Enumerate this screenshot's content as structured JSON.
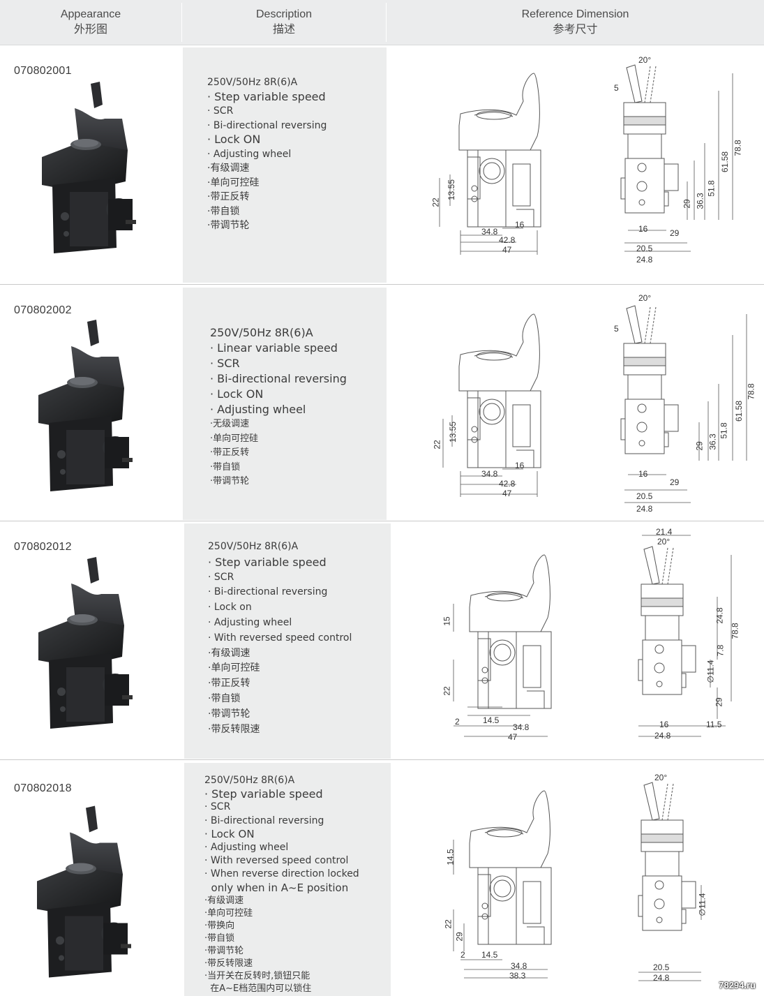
{
  "header": {
    "appearance_en": "Appearance",
    "appearance_cn": "外形图",
    "description_en": "Description",
    "description_cn": "描述",
    "dimension_en": "Reference Dimension",
    "dimension_cn": "参考尺寸"
  },
  "products": [
    {
      "code": "070802001",
      "lines": [
        "250V/50Hz  8R(6)A",
        "· Step variable speed",
        "· SCR",
        "· Bi-directional reversing",
        "· Lock ON",
        "· Adjusting wheel",
        "·有级调速",
        "·单向可控硅",
        "·带正反转",
        "·带自锁",
        "·带调节轮"
      ],
      "dims": [
        "20°",
        "5",
        "78.8",
        "61.58",
        "51.8",
        "36.3",
        "29",
        "16",
        "29",
        "20.5",
        "24.8",
        "22",
        "13.55",
        "34.8",
        "16",
        "42.8",
        "47"
      ]
    },
    {
      "code": "070802002",
      "lines": [
        "250V/50Hz  8R(6)A",
        "· Linear variable speed",
        "· SCR",
        "· Bi-directional reversing",
        "· Lock ON",
        "· Adjusting wheel",
        "·无级调速",
        "·单向可控硅",
        "·带正反转",
        "·带自锁",
        "·带调节轮"
      ],
      "dims": [
        "20°",
        "5",
        "78.8",
        "61.58",
        "51.8",
        "36.3",
        "29",
        "16",
        "29",
        "20.5",
        "24.8",
        "22",
        "13.55",
        "34.8",
        "16",
        "42.8",
        "47"
      ]
    },
    {
      "code": "070802012",
      "lines": [
        "250V/50Hz  8R(6)A",
        "· Step variable speed",
        "· SCR",
        "· Bi-directional reversing",
        "· Lock on",
        "· Adjusting wheel",
        "· With reversed speed control",
        "·有级调速",
        "·单向可控硅",
        "·带正反转",
        "·带自锁",
        "·带调节轮",
        "·带反转限速"
      ],
      "dims": [
        "21.4",
        "20°",
        "78.8",
        "24.8",
        "7.8",
        "∅11.4",
        "29",
        "16",
        "11.5",
        "24.8",
        "15",
        "22",
        "2",
        "14.5",
        "34.8",
        "47"
      ]
    },
    {
      "code": "070802018",
      "lines": [
        "250V/50Hz  8R(6)A",
        "· Step variable speed",
        "· SCR",
        "· Bi-directional reversing",
        "· Lock ON",
        "· Adjusting wheel",
        "· With reversed speed control",
        "· When reverse direction locked",
        "  only when in A~E position",
        "·有级调速",
        "·单向可控硅",
        "·带换向",
        "·带自锁",
        "·带调节轮",
        "·带反转限速",
        "·当开关在反转时,锁钮只能",
        "  在A~E档范围内可以锁住"
      ],
      "dims": [
        "20°",
        "∅11.4",
        "20.5",
        "24.8",
        "14.5",
        "22",
        "29",
        "2",
        "14.5",
        "34.8",
        "38.3"
      ]
    }
  ],
  "watermark": "78294.ru"
}
